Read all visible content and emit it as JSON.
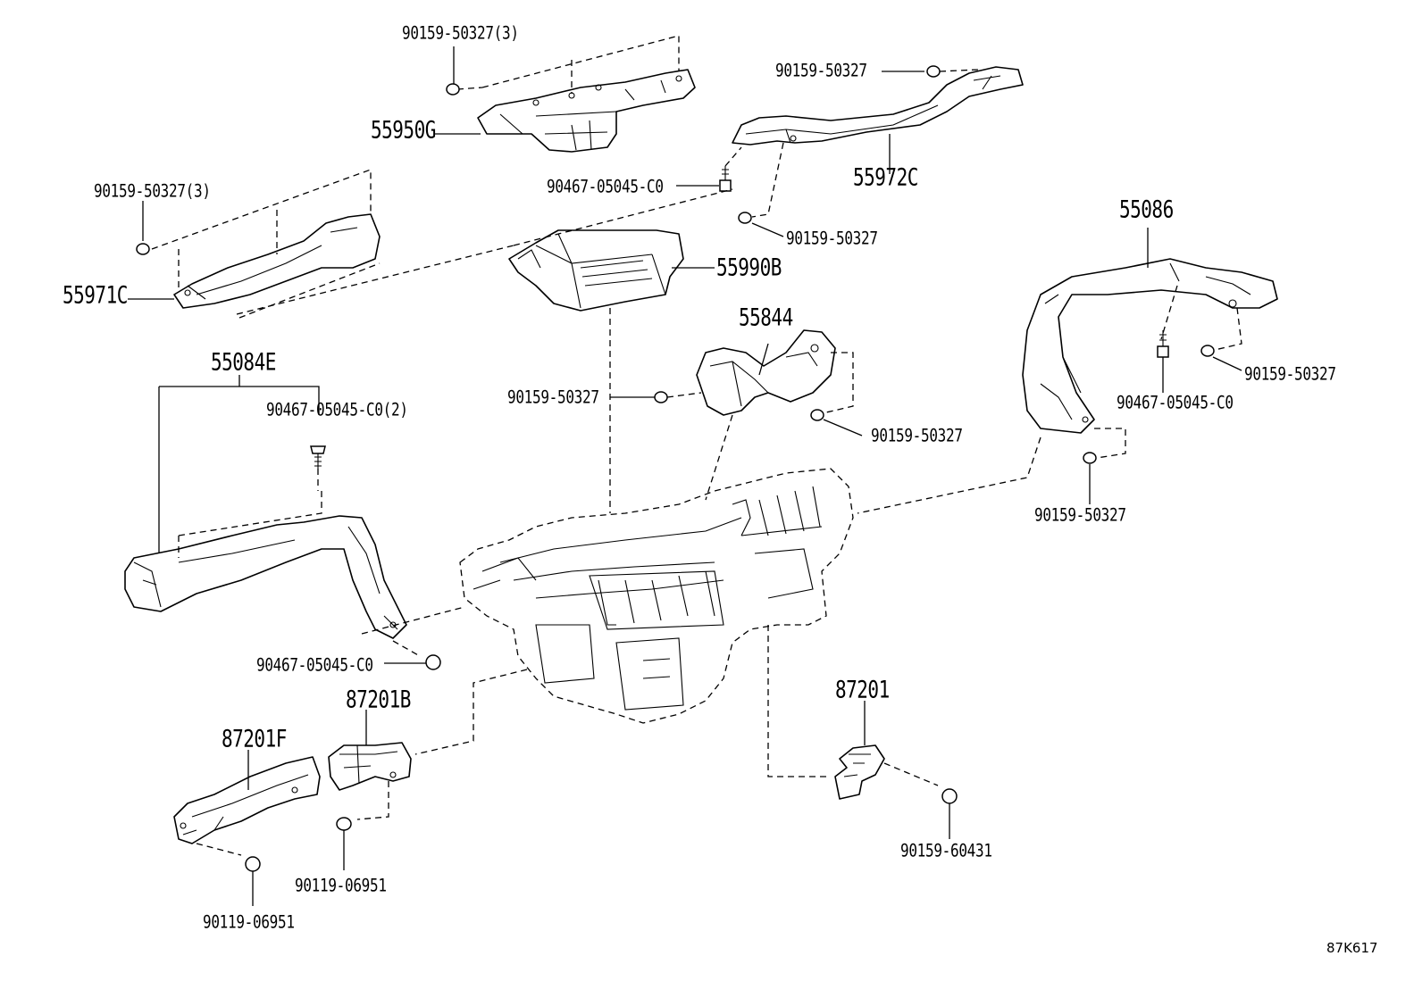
{
  "diagram": {
    "drawing_code": "87K617",
    "parts": [
      {
        "id": "55950G",
        "label": "55950G"
      },
      {
        "id": "55972C",
        "label": "55972C"
      },
      {
        "id": "55971C",
        "label": "55971C"
      },
      {
        "id": "55990B",
        "label": "55990B"
      },
      {
        "id": "55086",
        "label": "55086"
      },
      {
        "id": "55844",
        "label": "55844"
      },
      {
        "id": "55084E",
        "label": "55084E"
      },
      {
        "id": "87201B",
        "label": "87201B"
      },
      {
        "id": "87201F",
        "label": "87201F"
      },
      {
        "id": "87201",
        "label": "87201"
      }
    ],
    "fasteners": [
      {
        "id": "f1",
        "label": "90159-50327(3)"
      },
      {
        "id": "f2",
        "label": "90159-50327"
      },
      {
        "id": "f3",
        "label": "90467-05045-C0"
      },
      {
        "id": "f4",
        "label": "90159-50327"
      },
      {
        "id": "f5",
        "label": "90159-50327(3)"
      },
      {
        "id": "f6",
        "label": "90159-50327"
      },
      {
        "id": "f7",
        "label": "90159-50327"
      },
      {
        "id": "f8",
        "label": "90467-05045-C0"
      },
      {
        "id": "f9",
        "label": "90159-50327"
      },
      {
        "id": "f10",
        "label": "90467-05045-C0(2)"
      },
      {
        "id": "f11",
        "label": "90159-50327"
      },
      {
        "id": "f12",
        "label": "90467-05045-C0"
      },
      {
        "id": "f13",
        "label": "90119-06951"
      },
      {
        "id": "f14",
        "label": "90119-06951"
      },
      {
        "id": "f15",
        "label": "90159-60431"
      }
    ]
  }
}
